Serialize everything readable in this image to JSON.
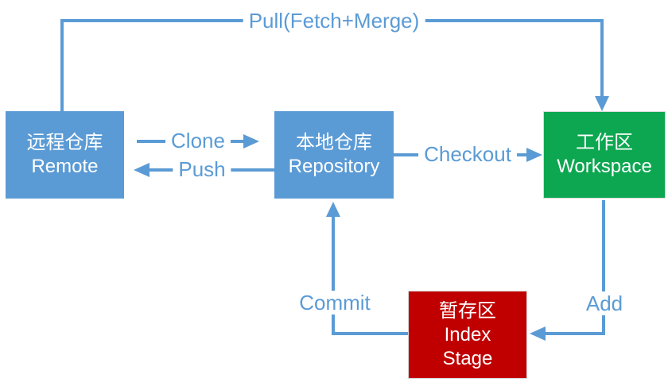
{
  "diagram": {
    "boxes": {
      "remote": {
        "line1": "远程仓库",
        "line2": "Remote"
      },
      "repository": {
        "line1": "本地仓库",
        "line2": "Repository"
      },
      "workspace": {
        "line1": "工作区",
        "line2": "Workspace"
      },
      "index": {
        "line1": "暂存区",
        "line2": "Index",
        "line3": "Stage"
      }
    },
    "labels": {
      "pull": "Pull(Fetch+Merge)",
      "clone": "Clone",
      "push": "Push",
      "checkout": "Checkout",
      "commit": "Commit",
      "add": "Add"
    }
  },
  "colors": {
    "arrow_blue": "#5B9BD5",
    "box_blue": "#5B9BD5",
    "box_green": "#0CA750",
    "box_red": "#C00000",
    "box_text": "#FFFFFF",
    "canvas_bg": "#FFFFFF"
  }
}
